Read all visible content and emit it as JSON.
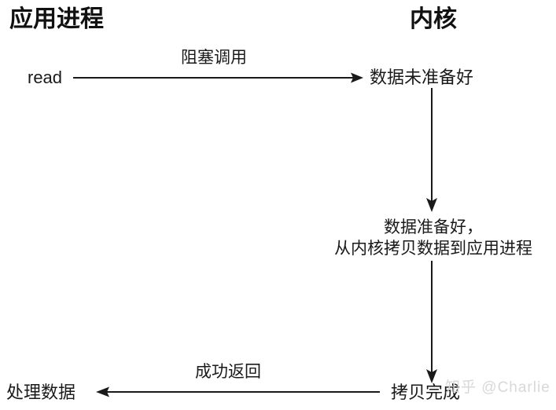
{
  "diagram": {
    "title_app": "应用进程",
    "title_kernel": "内核",
    "nodes": {
      "read": "read",
      "data_not_ready": "数据未准备好",
      "data_ready_line1": "数据准备好，",
      "data_ready_line2": "从内核拷贝数据到应用进程",
      "copy_done": "拷贝完成",
      "process_data": "处理数据"
    },
    "edges": {
      "blocking_call": "阻塞调用",
      "success_return": "成功返回"
    },
    "watermark": "知乎 @Charlie",
    "colors": {
      "background": "#ffffff",
      "ink": "#1a1a1a",
      "watermark": "#d8d8d8"
    }
  }
}
